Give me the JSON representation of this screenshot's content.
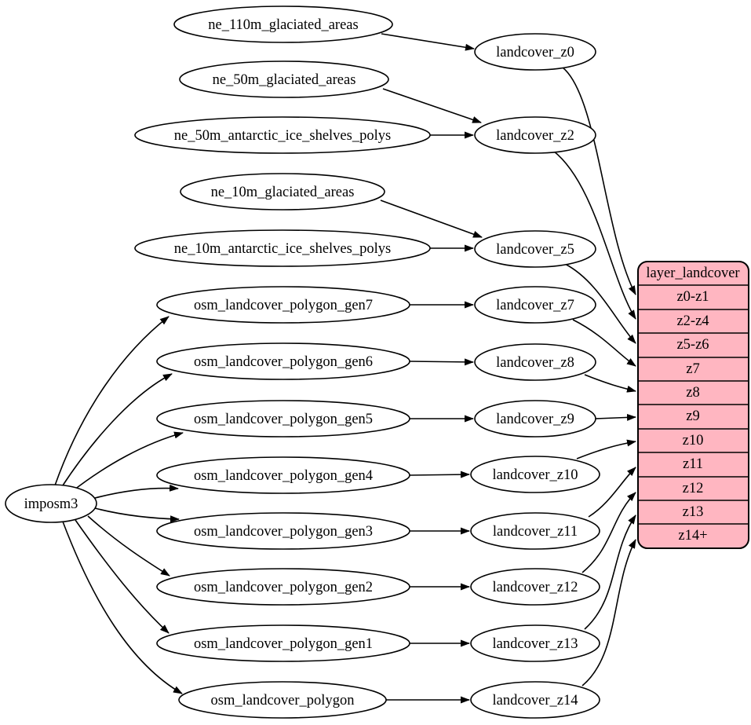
{
  "diagram": {
    "background": "#ffffff",
    "stroke_color": "#000000",
    "table_fill": "#ffb6c1"
  },
  "nodes": {
    "processor": {
      "label": "imposm3"
    },
    "sources": [
      {
        "label": "ne_110m_glaciated_areas"
      },
      {
        "label": "ne_50m_glaciated_areas"
      },
      {
        "label": "ne_50m_antarctic_ice_shelves_polys"
      },
      {
        "label": "ne_10m_glaciated_areas"
      },
      {
        "label": "ne_10m_antarctic_ice_shelves_polys"
      },
      {
        "label": "osm_landcover_polygon_gen7"
      },
      {
        "label": "osm_landcover_polygon_gen6"
      },
      {
        "label": "osm_landcover_polygon_gen5"
      },
      {
        "label": "osm_landcover_polygon_gen4"
      },
      {
        "label": "osm_landcover_polygon_gen3"
      },
      {
        "label": "osm_landcover_polygon_gen2"
      },
      {
        "label": "osm_landcover_polygon_gen1"
      },
      {
        "label": "osm_landcover_polygon"
      }
    ],
    "stages": [
      {
        "label": "landcover_z0"
      },
      {
        "label": "landcover_z2"
      },
      {
        "label": "landcover_z5"
      },
      {
        "label": "landcover_z7"
      },
      {
        "label": "landcover_z8"
      },
      {
        "label": "landcover_z9"
      },
      {
        "label": "landcover_z10"
      },
      {
        "label": "landcover_z11"
      },
      {
        "label": "landcover_z12"
      },
      {
        "label": "landcover_z13"
      },
      {
        "label": "landcover_z14"
      }
    ],
    "table": {
      "title": "layer_landcover",
      "rows": [
        {
          "label": "z0-z1"
        },
        {
          "label": "z2-z4"
        },
        {
          "label": "z5-z6"
        },
        {
          "label": "z7"
        },
        {
          "label": "z8"
        },
        {
          "label": "z9"
        },
        {
          "label": "z10"
        },
        {
          "label": "z11"
        },
        {
          "label": "z12"
        },
        {
          "label": "z13"
        },
        {
          "label": "z14+"
        }
      ]
    }
  },
  "edges": [
    {
      "from": "ne_110m_glaciated_areas",
      "to": "landcover_z0"
    },
    {
      "from": "ne_50m_glaciated_areas",
      "to": "landcover_z2"
    },
    {
      "from": "ne_50m_antarctic_ice_shelves_polys",
      "to": "landcover_z2"
    },
    {
      "from": "ne_10m_glaciated_areas",
      "to": "landcover_z5"
    },
    {
      "from": "ne_10m_antarctic_ice_shelves_polys",
      "to": "landcover_z5"
    },
    {
      "from": "imposm3",
      "to": "osm_landcover_polygon_gen7"
    },
    {
      "from": "imposm3",
      "to": "osm_landcover_polygon_gen6"
    },
    {
      "from": "imposm3",
      "to": "osm_landcover_polygon_gen5"
    },
    {
      "from": "imposm3",
      "to": "osm_landcover_polygon_gen4"
    },
    {
      "from": "imposm3",
      "to": "osm_landcover_polygon_gen3"
    },
    {
      "from": "imposm3",
      "to": "osm_landcover_polygon_gen2"
    },
    {
      "from": "imposm3",
      "to": "osm_landcover_polygon_gen1"
    },
    {
      "from": "imposm3",
      "to": "osm_landcover_polygon"
    },
    {
      "from": "osm_landcover_polygon_gen7",
      "to": "landcover_z7"
    },
    {
      "from": "osm_landcover_polygon_gen6",
      "to": "landcover_z8"
    },
    {
      "from": "osm_landcover_polygon_gen5",
      "to": "landcover_z9"
    },
    {
      "from": "osm_landcover_polygon_gen4",
      "to": "landcover_z10"
    },
    {
      "from": "osm_landcover_polygon_gen3",
      "to": "landcover_z11"
    },
    {
      "from": "osm_landcover_polygon_gen2",
      "to": "landcover_z12"
    },
    {
      "from": "osm_landcover_polygon_gen1",
      "to": "landcover_z13"
    },
    {
      "from": "osm_landcover_polygon",
      "to": "landcover_z14"
    },
    {
      "from": "landcover_z0",
      "to": "layer_landcover.z0-z1"
    },
    {
      "from": "landcover_z2",
      "to": "layer_landcover.z2-z4"
    },
    {
      "from": "landcover_z5",
      "to": "layer_landcover.z5-z6"
    },
    {
      "from": "landcover_z7",
      "to": "layer_landcover.z7"
    },
    {
      "from": "landcover_z8",
      "to": "layer_landcover.z8"
    },
    {
      "from": "landcover_z9",
      "to": "layer_landcover.z9"
    },
    {
      "from": "landcover_z10",
      "to": "layer_landcover.z10"
    },
    {
      "from": "landcover_z11",
      "to": "layer_landcover.z11"
    },
    {
      "from": "landcover_z12",
      "to": "layer_landcover.z12"
    },
    {
      "from": "landcover_z13",
      "to": "layer_landcover.z13"
    },
    {
      "from": "landcover_z14",
      "to": "layer_landcover.z14+"
    }
  ]
}
